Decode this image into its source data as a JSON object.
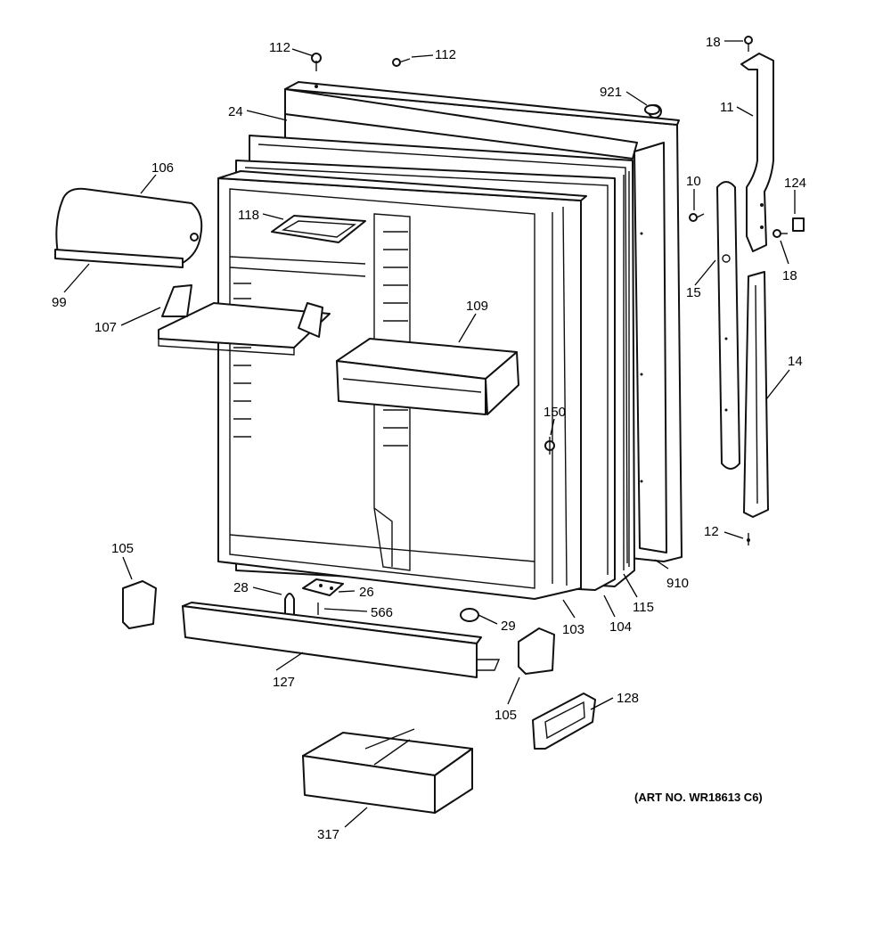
{
  "labels": {
    "p112a": "112",
    "p112b": "112",
    "p921": "921",
    "p24": "24",
    "p18a": "18",
    "p11": "11",
    "p106": "106",
    "p118": "118",
    "p10": "10",
    "p124": "124",
    "p18b": "18",
    "p99": "99",
    "p107": "107",
    "p109": "109",
    "p15": "15",
    "p14": "14",
    "p150": "150",
    "p105a": "105",
    "p12": "12",
    "p28": "28",
    "p26": "26",
    "p566": "566",
    "p29": "29",
    "p910": "910",
    "p115": "115",
    "p103": "103",
    "p104": "104",
    "p127": "127",
    "p105b": "105",
    "p128": "128",
    "p317": "317"
  },
  "art_number": "(ART NO. WR18613 C6)"
}
